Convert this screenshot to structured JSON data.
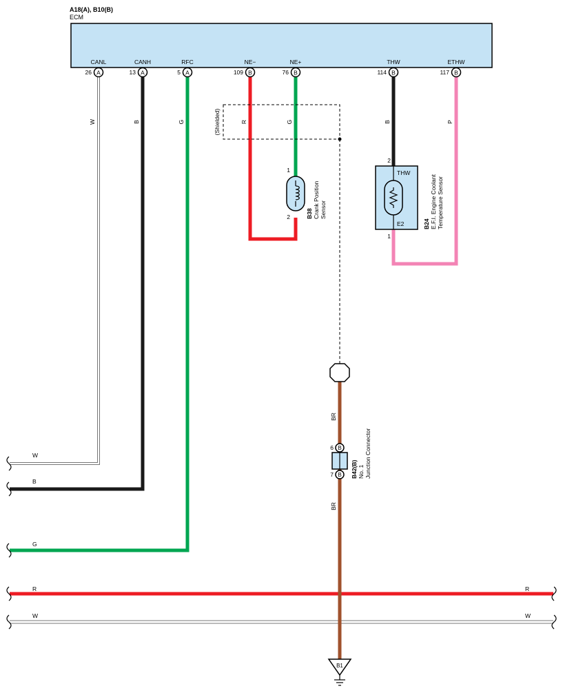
{
  "ecm": {
    "ref": "A18(A), B10(B)",
    "name": "ECM",
    "color": "#c5e3f5"
  },
  "pins": [
    {
      "signal": "CANL",
      "num": "26",
      "conn": "A"
    },
    {
      "signal": "CANH",
      "num": "13",
      "conn": "A"
    },
    {
      "signal": "RFC",
      "num": "5",
      "conn": "A"
    },
    {
      "signal": "NE−",
      "num": "109",
      "conn": "B"
    },
    {
      "signal": "NE+",
      "num": "76",
      "conn": "B"
    },
    {
      "signal": "THW",
      "num": "114",
      "conn": "B"
    },
    {
      "signal": "ETHW",
      "num": "117",
      "conn": "B"
    }
  ],
  "wires": {
    "canl": {
      "code": "W",
      "color": "#ffffff"
    },
    "canh": {
      "code": "B",
      "color": "#1a1a1a"
    },
    "rfc": {
      "code": "G",
      "color": "#00a651"
    },
    "ne_minus": {
      "code": "R",
      "color": "#ed1c24"
    },
    "ne_plus": {
      "code": "G",
      "color": "#00a651"
    },
    "thw": {
      "code": "B",
      "color": "#1a1a1a"
    },
    "ethw": {
      "code": "P",
      "color": "#f384b5"
    },
    "ground": {
      "code": "BR",
      "color": "#a0522d"
    },
    "ground_lower": {
      "code": "BR"
    },
    "bus_r_left": {
      "code": "R"
    },
    "bus_r_right": {
      "code": "R"
    },
    "bus_w_left": {
      "code": "W"
    },
    "bus_w_right": {
      "code": "W"
    }
  },
  "shield": {
    "label": "(Shielded)"
  },
  "crank_sensor": {
    "ref": "B38",
    "name1": "Crank Position",
    "name2": "Sensor",
    "pin_top": "1",
    "pin_bottom": "2"
  },
  "coolant_sensor": {
    "ref": "B24",
    "name1": "E.F.I. Engine Coolant",
    "name2": "Temperature Sensor",
    "terminal_top": "THW",
    "terminal_bottom": "E2",
    "pin_top": "2",
    "pin_bottom": "1"
  },
  "junction": {
    "ref": "B42(B)",
    "name1": "No. 1",
    "name2": "Junction Connector",
    "pin_top": "6",
    "pin_bottom": "7",
    "conn": "B"
  },
  "ground_point": {
    "ref": "B1"
  }
}
